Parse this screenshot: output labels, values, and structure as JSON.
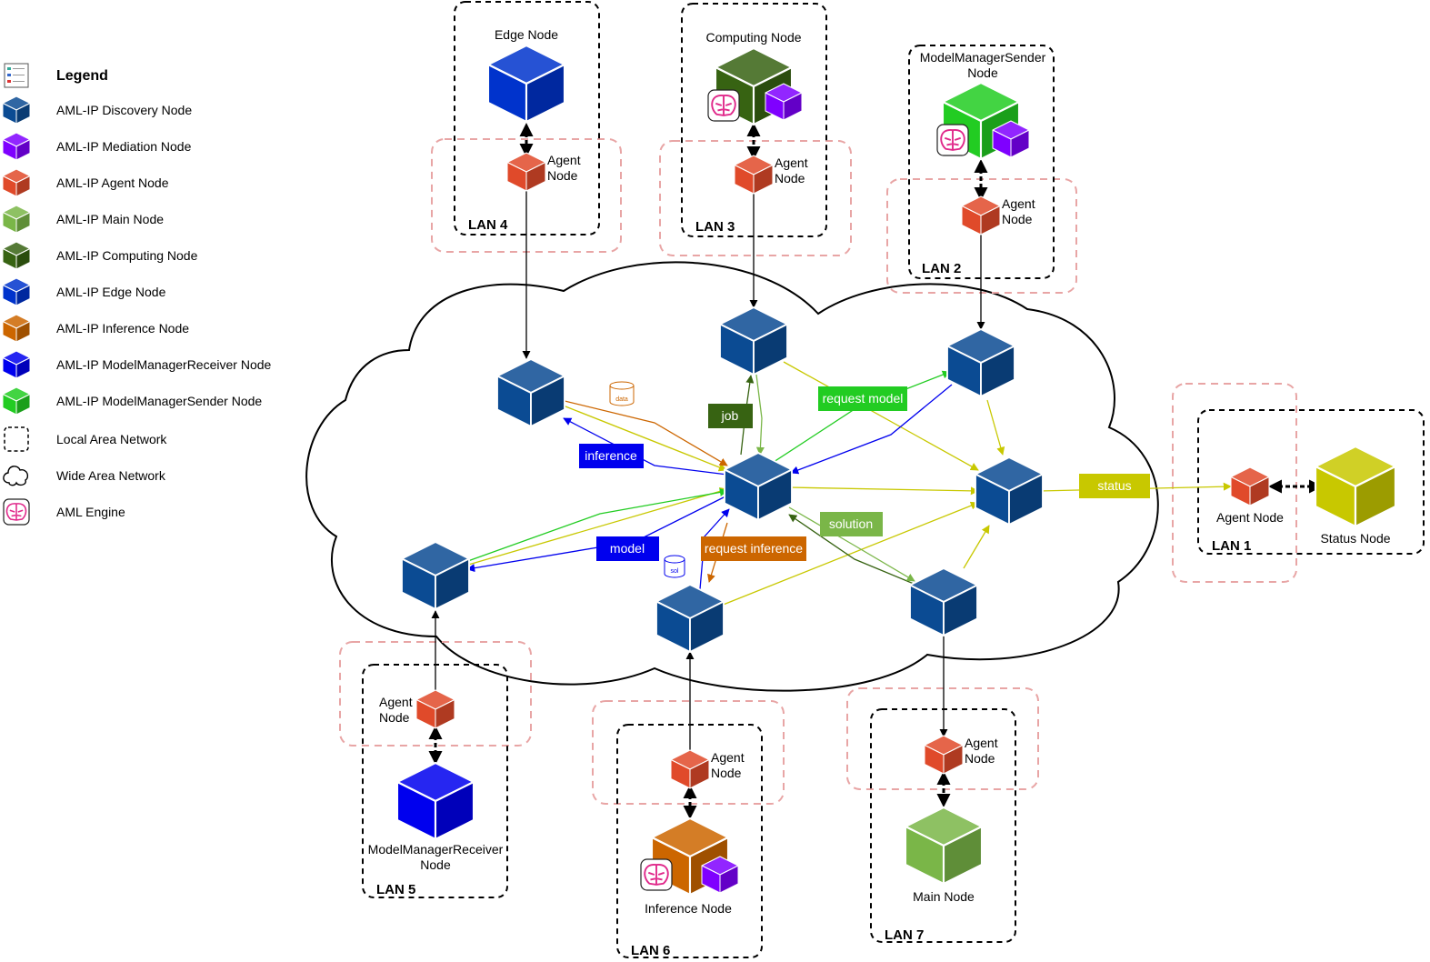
{
  "colors": {
    "discovery": "#0b4b93",
    "mediation": "#7f00ff",
    "agent": "#e04a2a",
    "main": "#7ab648",
    "computing": "#376312",
    "edge": "#0033cc",
    "inference": "#cc6600",
    "receiver": "#0000ee",
    "sender": "#22cc22",
    "status": "#c8c800",
    "lan": "#000000",
    "lan_halo": "#e8a5a5",
    "engine": "#e0288a"
  },
  "legend": {
    "title": "Legend",
    "items": [
      {
        "label": "AML-IP Discovery Node",
        "icon": "discovery-cube-icon"
      },
      {
        "label": "AML-IP Mediation Node",
        "icon": "mediation-cube-icon"
      },
      {
        "label": "AML-IP Agent Node",
        "icon": "agent-cube-icon"
      },
      {
        "label": "AML-IP Main Node",
        "icon": "main-cube-icon"
      },
      {
        "label": "AML-IP Computing Node",
        "icon": "computing-cube-icon"
      },
      {
        "label": "AML-IP Edge Node",
        "icon": "edge-cube-icon"
      },
      {
        "label": "AML-IP Inference Node",
        "icon": "inference-cube-icon"
      },
      {
        "label": "AML-IP ModelManagerReceiver Node",
        "icon": "receiver-cube-icon"
      },
      {
        "label": "AML-IP ModelManagerSender Node",
        "icon": "sender-cube-icon"
      },
      {
        "label": "Local Area Network",
        "icon": "lan-box-icon"
      },
      {
        "label": "Wide Area Network",
        "icon": "cloud-icon"
      },
      {
        "label": "AML Engine",
        "icon": "brain-engine-icon"
      }
    ]
  },
  "lans": {
    "lan1": "LAN 1",
    "lan2": "LAN 2",
    "lan3": "LAN 3",
    "lan4": "LAN 4",
    "lan5": "LAN 5",
    "lan6": "LAN 6",
    "lan7": "LAN 7"
  },
  "nodes": {
    "edge": "Edge Node",
    "computing": "Computing Node",
    "sender_line1": "ModelManagerSender",
    "sender_line2": "Node",
    "receiver_line1": "ModelManagerReceiver",
    "receiver_line2": "Node",
    "inference": "Inference Node",
    "main": "Main Node",
    "status": "Status Node",
    "agent_line1": "Agent",
    "agent_line2": "Node",
    "agent_single": "Agent Node"
  },
  "messages": {
    "inference": "inference",
    "job": "job",
    "request_model": "request model",
    "model": "model",
    "request_inference": "request inference",
    "solution": "solution",
    "status": "status"
  },
  "small_labels": {
    "data": "data",
    "sol": "sol"
  }
}
